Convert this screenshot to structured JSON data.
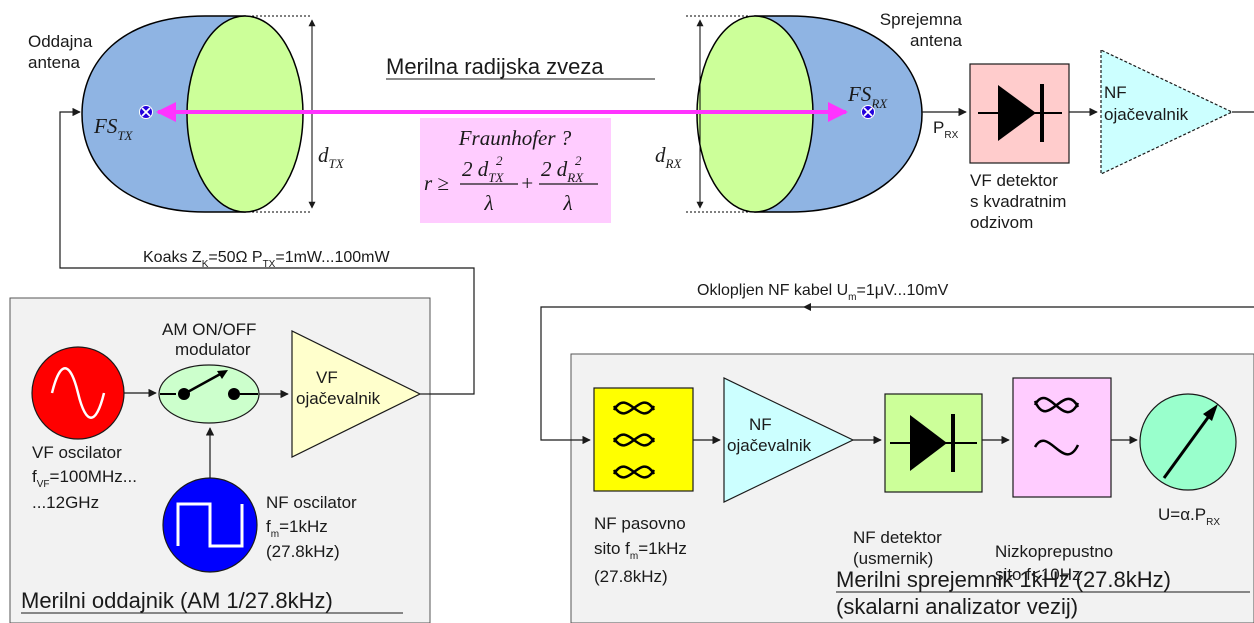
{
  "title": "Merilna radijska zveza",
  "colors": {
    "antenna_blue": "#8fb4e3",
    "antenna_green": "#ccff99",
    "link_magenta": "#ff33ff",
    "formula_bg": "#ffccff",
    "oscillator_red": "#ff0000",
    "oscillator_blue": "#0000ff",
    "amp_yellow": "#ffffcc",
    "amp_cyan": "#ccffff",
    "detector_pink": "#ffcccc",
    "nf_detector_green": "#ccff99",
    "filter_yellow": "#ffff00",
    "lowpass_pink": "#ffccff",
    "meter_green": "#99ffcc",
    "panel_gray": "#f2f2f2"
  },
  "tx_antenna": {
    "label_line1": "Oddajna",
    "label_line2": "antena",
    "focus": "FS",
    "focus_sub": "TX",
    "dim": "d",
    "dim_sub": "TX"
  },
  "rx_antenna": {
    "label_line1": "Sprejemna",
    "label_line2": "antena",
    "focus": "FS",
    "focus_sub": "RX",
    "dim": "d",
    "dim_sub": "RX"
  },
  "fraunhofer": {
    "title": "Fraunhofer ?",
    "lhs": "r ≥",
    "num1": "2 d",
    "num1_sub": "TX",
    "num2": "2 d",
    "num2_sub": "RX",
    "sup": "2",
    "den": "λ",
    "plus": "+"
  },
  "rx_chain": {
    "prx": "P",
    "prx_sub": "RX",
    "vf_detector": [
      "VF detektor",
      "s kvadratnim",
      "odzivom"
    ],
    "nf_amp": [
      "NF",
      "ojačevalnik"
    ]
  },
  "coax": {
    "pre": "Koaks Z",
    "sub1": "K",
    "mid": "=50Ω  P",
    "sub2": "TX",
    "post": "=1mW...100mW"
  },
  "nf_cable": {
    "pre": "Oklopljen NF kabel U",
    "sub": "m",
    "post": "=1μV...10mV"
  },
  "transmitter": {
    "vf_osc": [
      "VF oscilator",
      "...12GHz"
    ],
    "vf_osc_f": "f",
    "vf_osc_sub": "VF",
    "vf_osc_val": "=100MHz...",
    "modulator": [
      "AM ON/OFF",
      "modulator"
    ],
    "vf_amp": [
      "VF",
      "ojačevalnik"
    ],
    "nf_osc": [
      "NF oscilator",
      "(27.8kHz)"
    ],
    "nf_osc_f": "f",
    "nf_osc_sub": "m",
    "nf_osc_val": "=1kHz",
    "title": "Merilni oddajnik (AM 1/27.8kHz)"
  },
  "receiver": {
    "bandpass": [
      "NF pasovno",
      "(27.8kHz)"
    ],
    "bandpass_pre": "sito f",
    "bandpass_sub": "m",
    "bandpass_val": "=1kHz",
    "nf_amp": [
      "NF",
      "ojačevalnik"
    ],
    "nf_detector": [
      "NF detektor",
      "(usmernik)"
    ],
    "lowpass": [
      "Nizkoprepustno",
      "sito f<10Hz"
    ],
    "meter_pre": "U=α.P",
    "meter_sub": "RX",
    "title_line1": "Merilni sprejemnik 1kHz (27.8kHz)",
    "title_line2": "(skalarni analizator vezij)"
  }
}
